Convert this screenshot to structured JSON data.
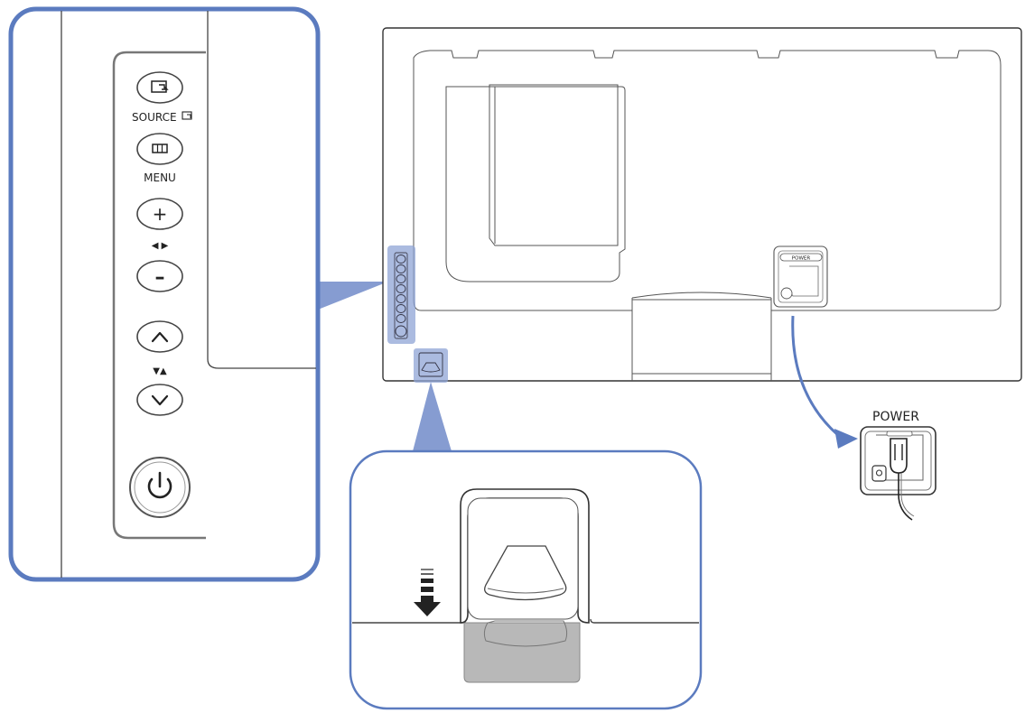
{
  "panel": {
    "source_label": "SOURCE",
    "menu_label": "MENU",
    "left_right_label": "◀ ▶",
    "up_down_label": "▼▲",
    "plus_symbol": "+",
    "minus_symbol": "–"
  },
  "rear": {
    "power_label": "POWER"
  },
  "detail": {
    "power_label": "POWER"
  },
  "colors": {
    "accent": "#5b7bbf",
    "highlight_fill": "#8fa4d6",
    "line": "#555555",
    "shade": "#b8b8b8"
  },
  "icons": [
    "source-icon",
    "menu-icon",
    "chevron-up-icon",
    "chevron-down-icon",
    "power-icon",
    "lock-icon",
    "arrow-down-icon"
  ]
}
